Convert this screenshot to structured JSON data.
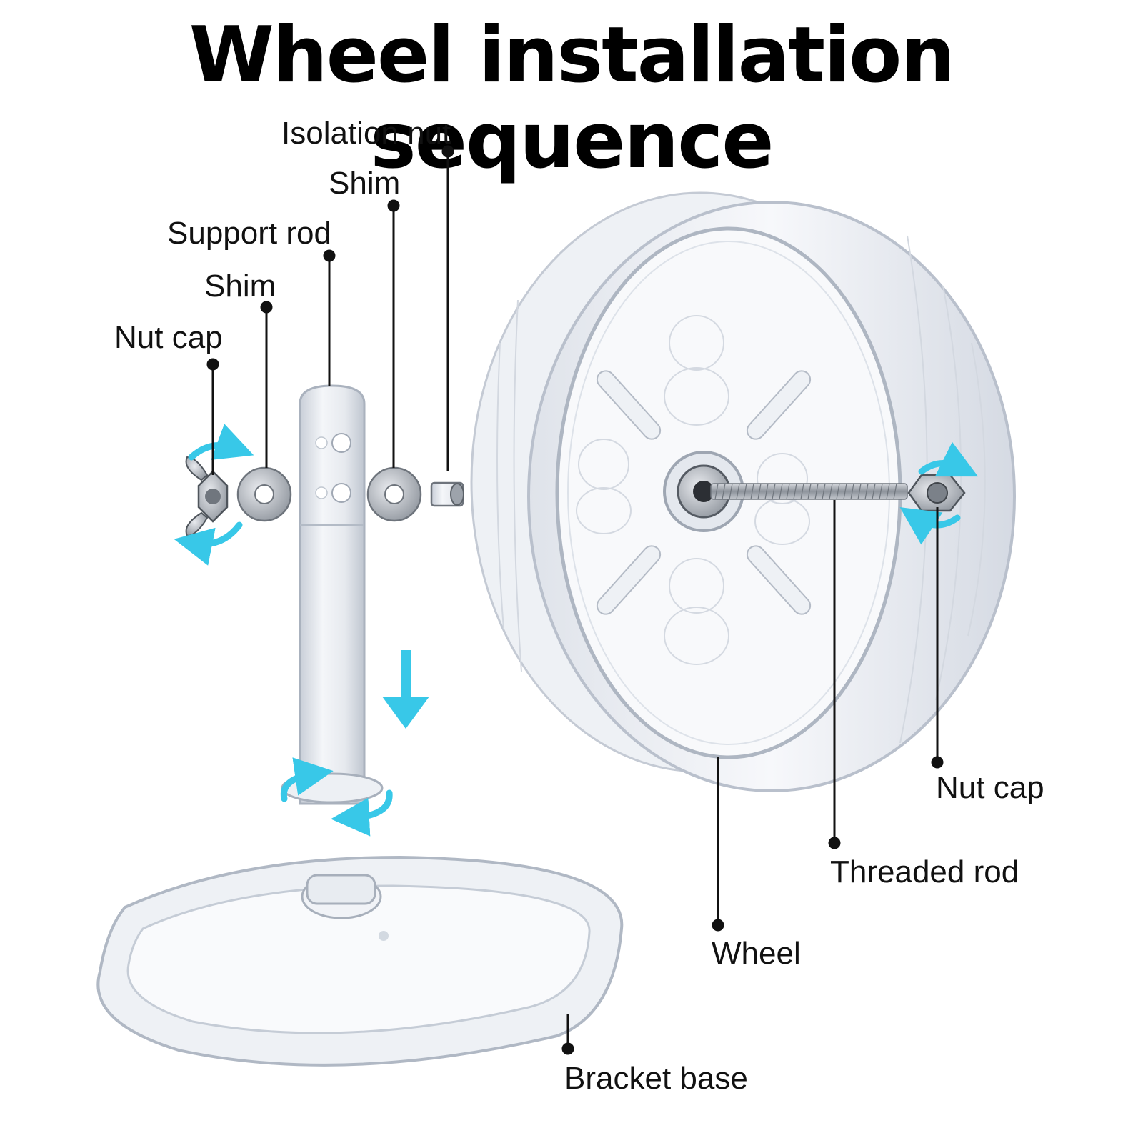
{
  "title": "Wheel installation sequence",
  "labels": {
    "isolation_nut": "Isolation nut",
    "shim_right": "Shim",
    "support_rod": "Support rod",
    "shim_left": "Shim",
    "nut_cap_left": "Nut cap",
    "nut_cap_right": "Nut cap",
    "threaded_rod": "Threaded rod",
    "wheel": "Wheel",
    "bracket_base": "Bracket base"
  },
  "colors": {
    "arrow": "#38c8e8",
    "line": "#111111",
    "plastic_edge": "#b9c0cc",
    "metal": "#9aa0a8"
  }
}
